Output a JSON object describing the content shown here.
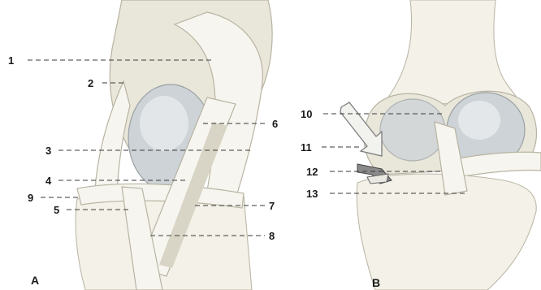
{
  "panel_a": {
    "letter": "A",
    "labels": [
      "1",
      "2",
      "3",
      "4",
      "5",
      "6",
      "7",
      "8",
      "9"
    ]
  },
  "panel_b": {
    "letter": "B",
    "labels": [
      "10",
      "11",
      "12",
      "13"
    ]
  }
}
